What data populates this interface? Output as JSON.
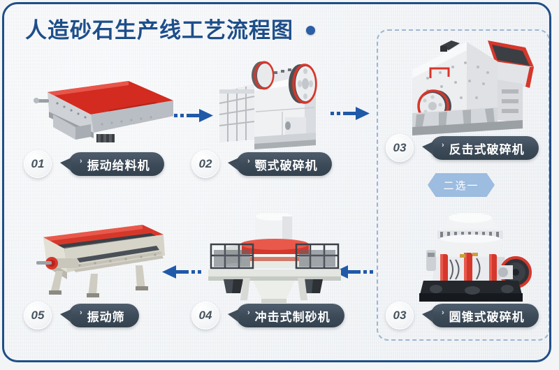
{
  "page": {
    "title": "人造砂石生产线工艺流程图",
    "title_color": "#1d4e89",
    "frame_color": "#1f4e87",
    "accent_dot": "dot-icon"
  },
  "option_group": {
    "badge_label": "二选一",
    "badge_color": "#9cbce0",
    "border_style": "dashed"
  },
  "steps": [
    {
      "number": "01",
      "label": "振动给料机",
      "icon": "vibrating-feeder-icon",
      "chevron": "›"
    },
    {
      "number": "02",
      "label": "颚式破碎机",
      "icon": "jaw-crusher-icon",
      "chevron": "›"
    },
    {
      "number": "03",
      "label": "反击式破碎机",
      "icon": "impact-crusher-icon",
      "chevron": "›"
    },
    {
      "number": "03",
      "label": "圆锥式破碎机",
      "icon": "cone-crusher-icon",
      "chevron": "›"
    },
    {
      "number": "04",
      "label": "冲击式制砂机",
      "icon": "sand-making-machine-icon",
      "chevron": "›"
    },
    {
      "number": "05",
      "label": "振动筛",
      "icon": "vibrating-screen-icon",
      "chevron": "›"
    }
  ],
  "arrows": [
    {
      "name": "arrow-feeder-to-jaw",
      "direction": "right",
      "color": "#2059a8"
    },
    {
      "name": "arrow-jaw-to-impact",
      "direction": "right",
      "color": "#2059a8"
    },
    {
      "name": "arrow-cone-to-sandmaker",
      "direction": "left",
      "color": "#2059a8"
    },
    {
      "name": "arrow-sandmaker-to-screen",
      "direction": "left",
      "color": "#2059a8"
    }
  ]
}
